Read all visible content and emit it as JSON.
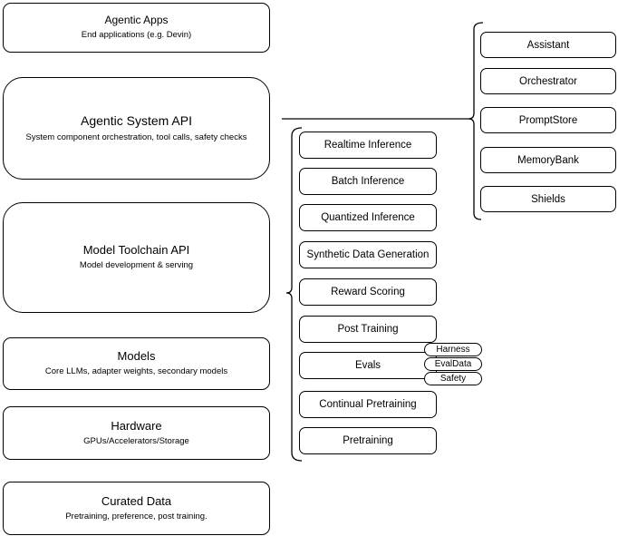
{
  "layers": [
    {
      "title": "Agentic Apps",
      "subtitle": "End applications (e.g. Devin)"
    },
    {
      "title": "Agentic System API",
      "subtitle": "System component orchestration, tool calls, safety checks"
    },
    {
      "title": "Model Toolchain API",
      "subtitle": "Model development & serving"
    },
    {
      "title": "Models",
      "subtitle": "Core LLMs, adapter weights, secondary models"
    },
    {
      "title": "Hardware",
      "subtitle": "GPUs/Accelerators/Storage"
    },
    {
      "title": "Curated Data",
      "subtitle": "Pretraining, preference, post training."
    }
  ],
  "toolchain_capabilities": [
    "Realtime Inference",
    "Batch Inference",
    "Quantized Inference",
    "Synthetic Data Generation",
    "Reward Scoring",
    "Post Training",
    "Evals",
    "Continual Pretraining",
    "Pretraining"
  ],
  "eval_tags": [
    "Harness",
    "EvalData",
    "Safety"
  ],
  "system_components": [
    "Assistant",
    "Orchestrator",
    "PromptStore",
    "MemoryBank",
    "Shields"
  ],
  "colors": {
    "stroke": "#000000",
    "fill": "#ffffff",
    "background": "#ffffff"
  }
}
